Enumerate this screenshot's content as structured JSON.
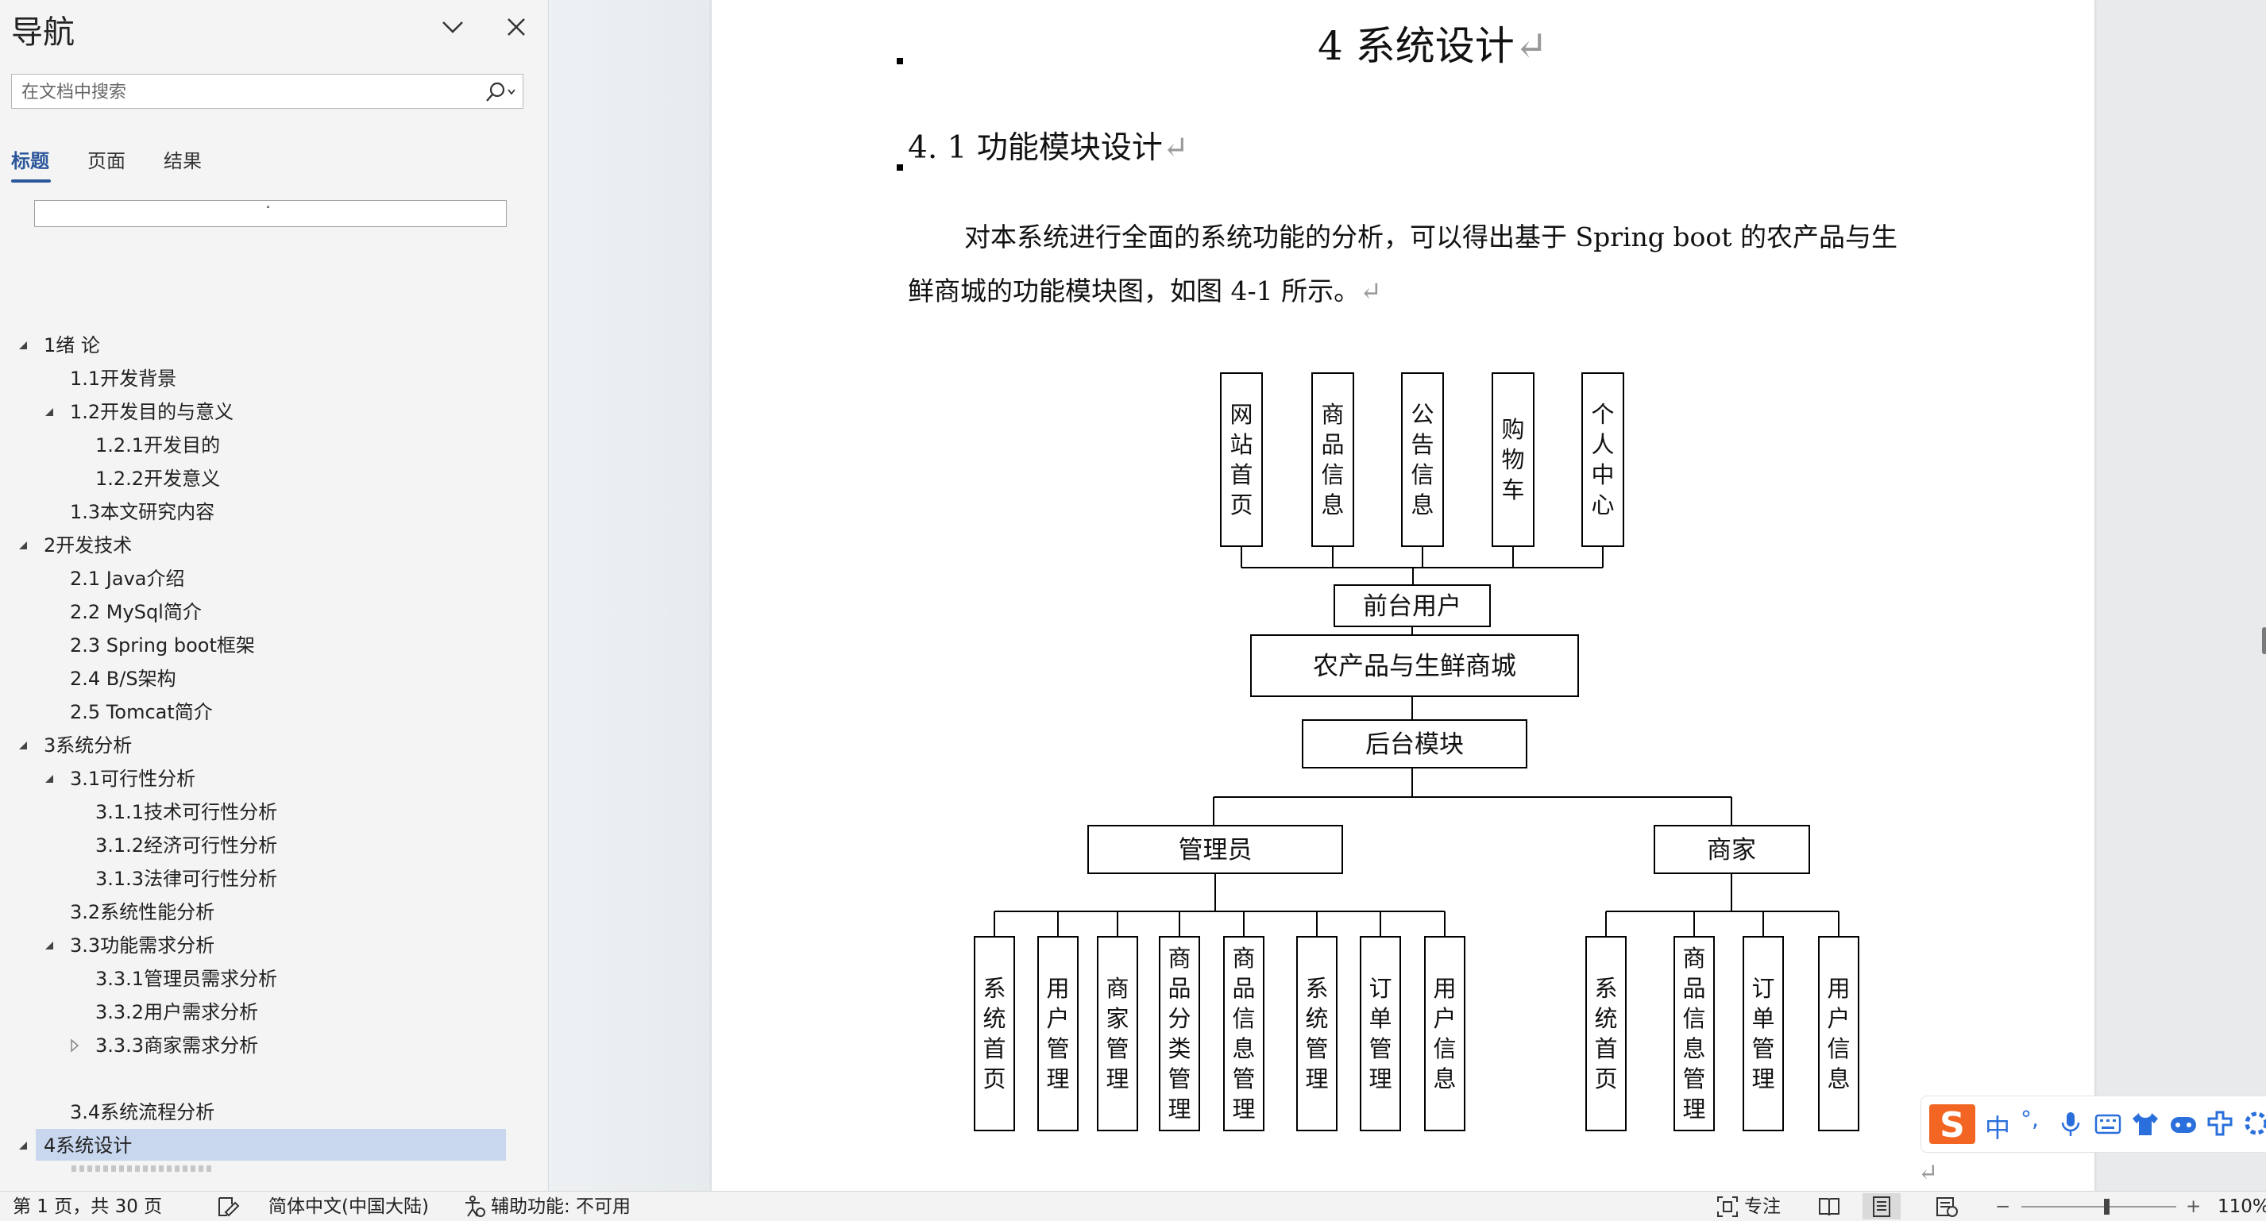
{
  "nav": {
    "title": "导航",
    "search_placeholder": "在文档中搜索",
    "tabs": [
      {
        "label": "标题",
        "active": true
      },
      {
        "label": "页面",
        "active": false
      },
      {
        "label": "结果",
        "active": false
      }
    ],
    "heading_slot_text": "˟",
    "items": [
      {
        "label": "1绪  论",
        "level": 1,
        "arrow": "expanded"
      },
      {
        "label": "1.1开发背景",
        "level": 2,
        "arrow": "none"
      },
      {
        "label": "1.2开发目的与意义",
        "level": 2,
        "arrow": "expanded"
      },
      {
        "label": "1.2.1开发目的",
        "level": 3,
        "arrow": "none"
      },
      {
        "label": "1.2.2开发意义",
        "level": 3,
        "arrow": "none"
      },
      {
        "label": "1.3本文研究内容",
        "level": 2,
        "arrow": "none"
      },
      {
        "label": "2开发技术",
        "level": 1,
        "arrow": "expanded"
      },
      {
        "label": "2.1 Java介绍",
        "level": 2,
        "arrow": "none"
      },
      {
        "label": "2.2 MySql简介",
        "level": 2,
        "arrow": "none"
      },
      {
        "label": "2.3 Spring boot框架",
        "level": 2,
        "arrow": "none"
      },
      {
        "label": "2.4 B/S架构",
        "level": 2,
        "arrow": "none"
      },
      {
        "label": "2.5 Tomcat简介",
        "level": 2,
        "arrow": "none"
      },
      {
        "label": "3系统分析",
        "level": 1,
        "arrow": "expanded"
      },
      {
        "label": "3.1可行性分析",
        "level": 2,
        "arrow": "expanded"
      },
      {
        "label": "3.1.1技术可行性分析",
        "level": 3,
        "arrow": "none"
      },
      {
        "label": "3.1.2经济可行性分析",
        "level": 3,
        "arrow": "none"
      },
      {
        "label": "3.1.3法律可行性分析",
        "level": 3,
        "arrow": "none"
      },
      {
        "label": "3.2系统性能分析",
        "level": 2,
        "arrow": "none"
      },
      {
        "label": "3.3功能需求分析",
        "level": 2,
        "arrow": "expanded"
      },
      {
        "label": "3.3.1管理员需求分析",
        "level": 3,
        "arrow": "none"
      },
      {
        "label": "3.3.2用户需求分析",
        "level": 3,
        "arrow": "none"
      },
      {
        "label": "3.3.3商家需求分析",
        "level": 3,
        "arrow": "collapsed"
      },
      {
        "label": "3.4系统流程分析",
        "level": 2,
        "arrow": "none"
      },
      {
        "label": "4系统设计",
        "level": 1,
        "arrow": "expanded",
        "selected": true
      }
    ]
  },
  "document": {
    "chapter_title": "4 系统设计",
    "section_title": "4. 1 功能模块设计",
    "paragraph_line1": "对本系统进行全面的系统功能的分析，可以得出基于 Spring  boot 的农产品与生",
    "paragraph_line2": "鲜商城的功能模块图，如图 4-1 所示。",
    "paragraph_mark": "↵",
    "diagram": {
      "front_modules": [
        "网站首页",
        "商品信息",
        "公告信息",
        "购物车",
        "个人中心"
      ],
      "front_user": "前台用户",
      "root": "农产品与生鲜商城",
      "backend": "后台模块",
      "admin": "管理员",
      "merchant": "商家",
      "admin_modules": [
        "系统首页",
        "用户管理",
        "商家管理",
        "商品分类管理",
        "商品信息管理",
        "系统管理",
        "订单管理",
        "用户信息"
      ],
      "merchant_modules": [
        "系统首页",
        "商品信息管理",
        "订单管理",
        "用户信息"
      ]
    }
  },
  "status": {
    "page_info": "第 1 页，共 30 页",
    "language": "简体中文(中国大陆)",
    "accessibility": "辅助功能: 不可用",
    "focus": "专注",
    "zoom_minus": "−",
    "zoom_plus": "+",
    "zoom_percent": "110%",
    "zoom_level": 0.55
  },
  "ime": {
    "logo": "S",
    "mode": "中",
    "punct": "°,"
  },
  "colors": {
    "accent": "#2b579a",
    "selected_bg": "#c9d7ee",
    "sogou_orange": "#f26522",
    "ime_blue": "#2a6fdb"
  }
}
